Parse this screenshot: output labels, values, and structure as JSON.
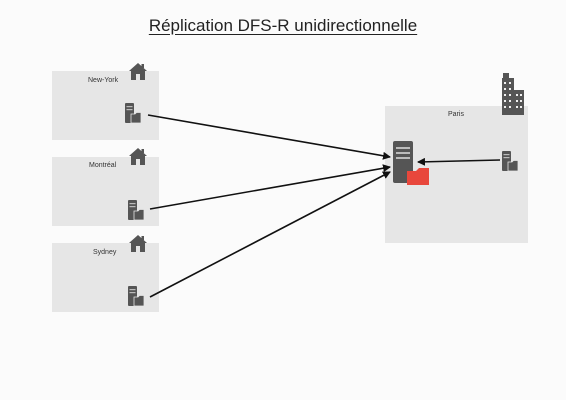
{
  "diagram": {
    "title": "Réplication DFS-R unidirectionnelle",
    "sites": [
      {
        "label": "New-York",
        "icon": "house-icon"
      },
      {
        "label": "Montréal",
        "icon": "house-icon"
      },
      {
        "label": "Sydney",
        "icon": "house-icon"
      },
      {
        "label": "Paris",
        "icon": "city-buildings-icon"
      }
    ],
    "colors": {
      "box": "#e6e6e6",
      "icon": "#555555",
      "hub_folder": "#e8473c",
      "arrow": "#111111"
    }
  }
}
